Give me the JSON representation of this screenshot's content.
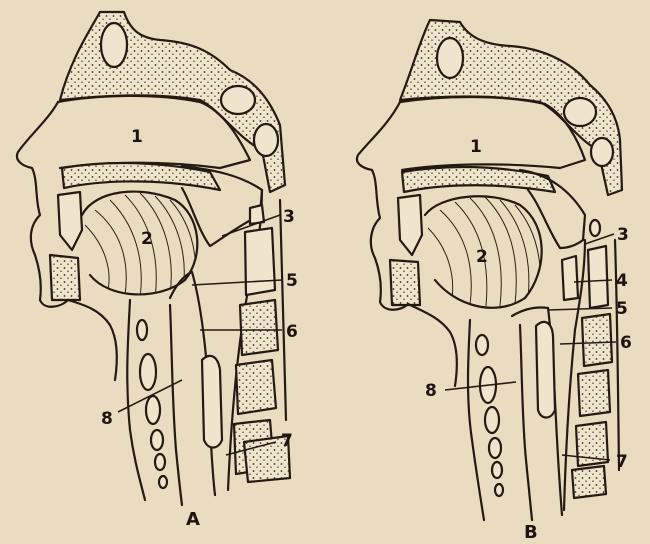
{
  "panels": [
    {
      "caption": "A",
      "labels": {
        "l1": "1",
        "l2": "2",
        "l3": "3",
        "l5": "5",
        "l6": "6",
        "l7": "7",
        "l8": "8"
      }
    },
    {
      "caption": "B",
      "labels": {
        "l1": "1",
        "l2": "2",
        "l3": "3",
        "l4": "4",
        "l5": "5",
        "l6": "6",
        "l7": "7",
        "l8": "8"
      }
    }
  ],
  "colors": {
    "paper": "#e9dcc0",
    "ink": "#231a12",
    "bone": "#efe4cc"
  }
}
